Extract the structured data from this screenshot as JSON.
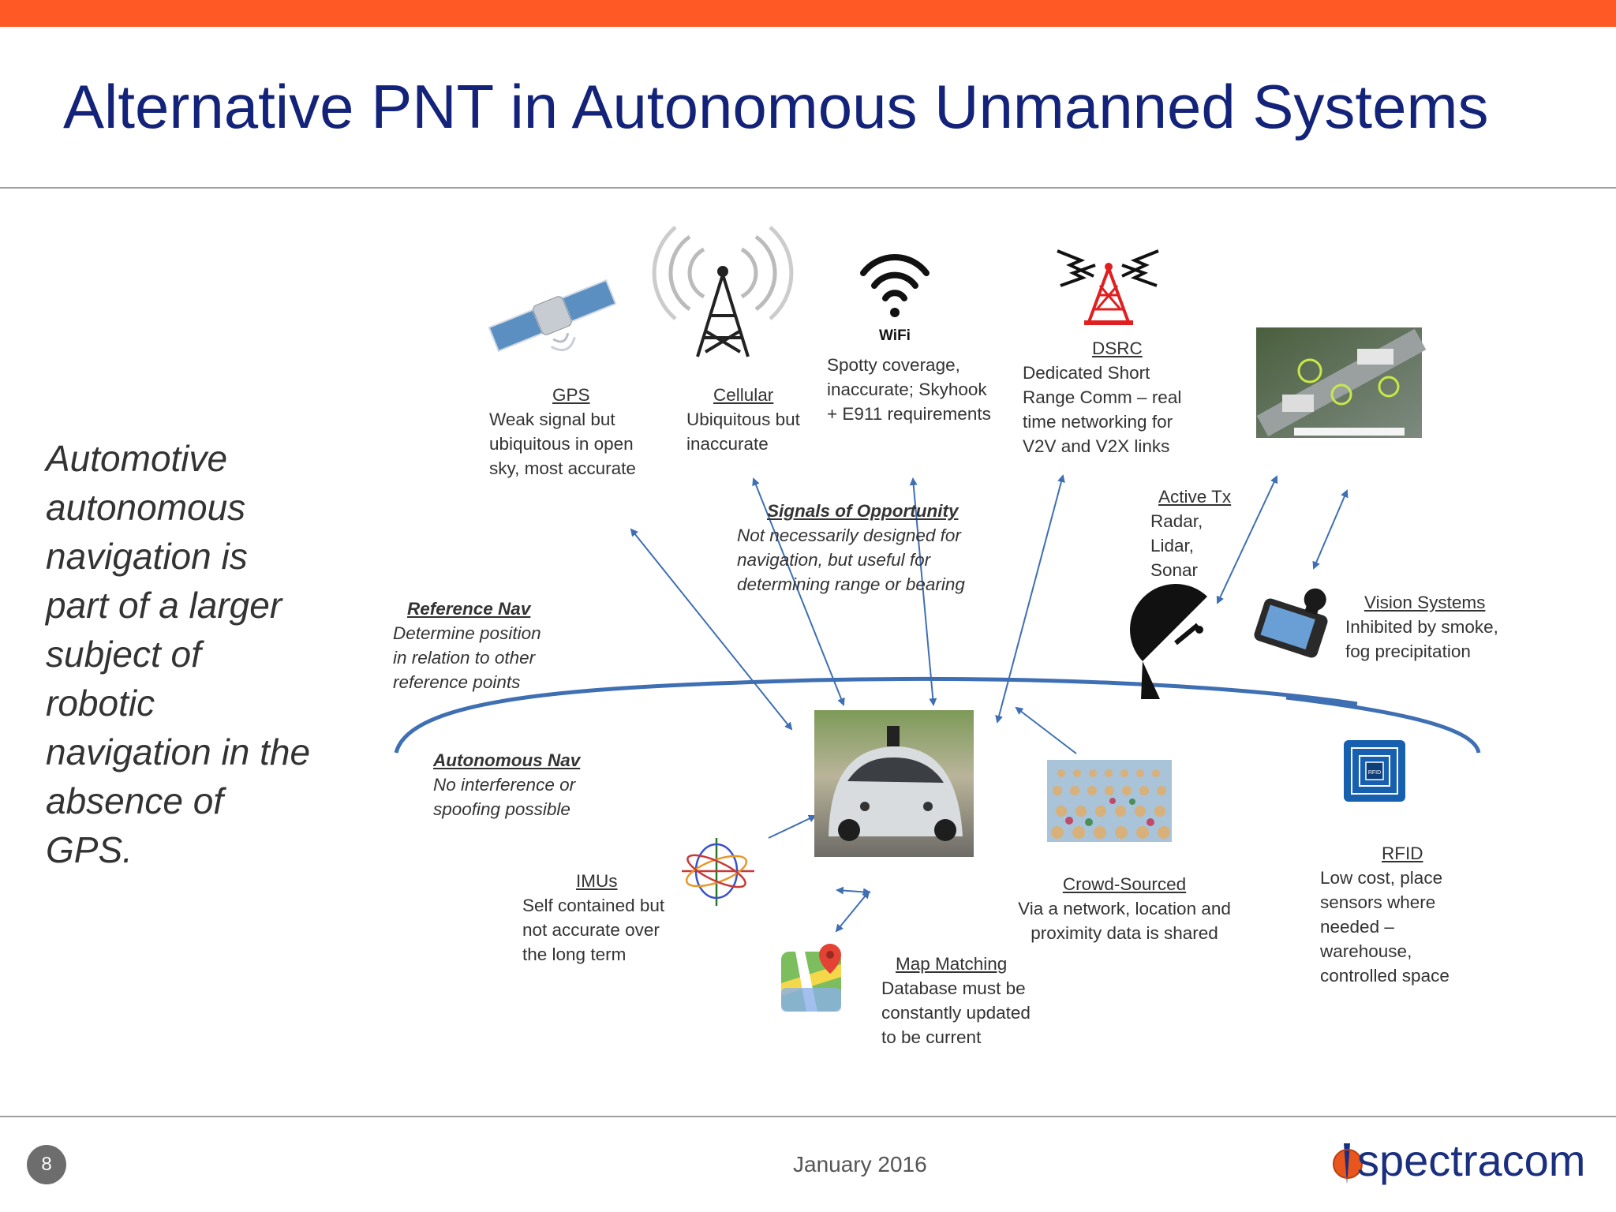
{
  "colors": {
    "accent_bar": "#ff5a26",
    "title": "#13237a",
    "diagram_line": "#3f6fb3",
    "badge": "#6d6d6d",
    "logo_text": "#1a2f7e",
    "logo_orange": "#e8561e"
  },
  "title": "Alternative PNT in Autonomous Unmanned Systems",
  "sidebar": "Automotive autonomous navigation is part of a larger subject of robotic navigation in the absence of GPS.",
  "icons": {
    "wifi_label": "WiFi",
    "rfid_label": "RFID",
    "names": [
      "satellite-icon",
      "cell-tower-icon",
      "wifi-icon",
      "dsrc-tower-icon",
      "street-scene-image",
      "satellite-dish-icon",
      "vision-camera-icon",
      "rfid-tag-icon",
      "crowd-image",
      "imu-icon",
      "map-pin-icon",
      "autonomous-car-image"
    ]
  },
  "nodes": {
    "gps": {
      "title": "GPS",
      "desc": "Weak signal but ubiquitous in open sky, most accurate"
    },
    "cellular": {
      "title": "Cellular",
      "desc": "Ubiquitous but inaccurate"
    },
    "wifi": {
      "desc": "Spotty coverage, inaccurate; Skyhook + E911 requirements"
    },
    "dsrc": {
      "title": "DSRC",
      "desc": "Dedicated Short Range Comm – real time networking for V2V and V2X links"
    },
    "active_tx": {
      "title": "Active Tx",
      "desc": "Radar, Lidar, Sonar"
    },
    "vision": {
      "title": "Vision Systems",
      "desc": "Inhibited by smoke, fog precipitation"
    },
    "signals": {
      "title": "Signals of Opportunity",
      "desc": "Not necessarily designed for navigation, but useful for determining range or bearing"
    },
    "reference_nav": {
      "title": "Reference Nav",
      "desc": "Determine position in relation to other reference points"
    },
    "autonomous_nav": {
      "title": "Autonomous Nav",
      "desc": "No interference or spoofing possible"
    },
    "imus": {
      "title": "IMUs",
      "desc": "Self contained but not accurate over the long term"
    },
    "map_matching": {
      "title": "Map Matching",
      "desc": "Database must be constantly updated to be current"
    },
    "crowd": {
      "title": "Crowd-Sourced",
      "desc": "Via a network, location and proximity data is shared"
    },
    "rfid": {
      "title": "RFID",
      "desc": "Low cost, place sensors where needed – warehouse, controlled space"
    }
  },
  "footer": {
    "page_number": "8",
    "date": "January 2016",
    "logo": "spectracom"
  }
}
